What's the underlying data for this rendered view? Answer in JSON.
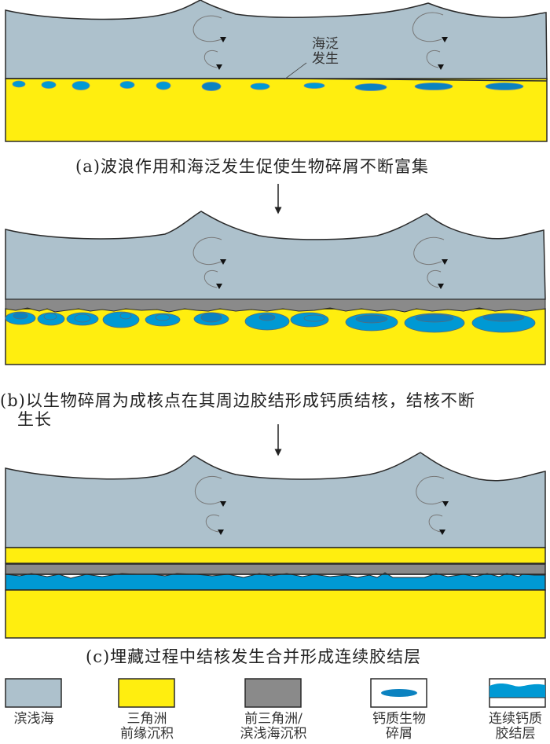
{
  "colors": {
    "sea": "#adc1cc",
    "delta_front": "#ffee0f",
    "prodelta": "#8a8a8a",
    "bioclast": "#0099d4",
    "bioclast_dark": "#0b82c0",
    "outline": "#2a2a2a"
  },
  "panels": [
    {
      "id": "a",
      "caption": "(a)波浪作用和海泛发生促使生物碎屑不断富集",
      "annotation": "海泛\n发生"
    },
    {
      "id": "b",
      "caption_line1": "(b)以生物碎屑为成核点在其周边胶结形成钙质结核，结核不断",
      "caption_line2": "生长"
    },
    {
      "id": "c",
      "caption": "(c)埋藏过程中结核发生合并形成连续胶结层"
    }
  ],
  "legend": [
    {
      "icon": "sea-swatch-icon",
      "label": "滨浅海"
    },
    {
      "icon": "delta-front-swatch-icon",
      "label": "三角洲\n前缘沉积"
    },
    {
      "icon": "prodelta-swatch-icon",
      "label": "前三角洲/\n滨浅海沉积"
    },
    {
      "icon": "bioclast-swatch-icon",
      "label": "钙质生物\n碎屑"
    },
    {
      "icon": "cemented-layer-swatch-icon",
      "label": "连续钙质\n胶结层"
    }
  ]
}
